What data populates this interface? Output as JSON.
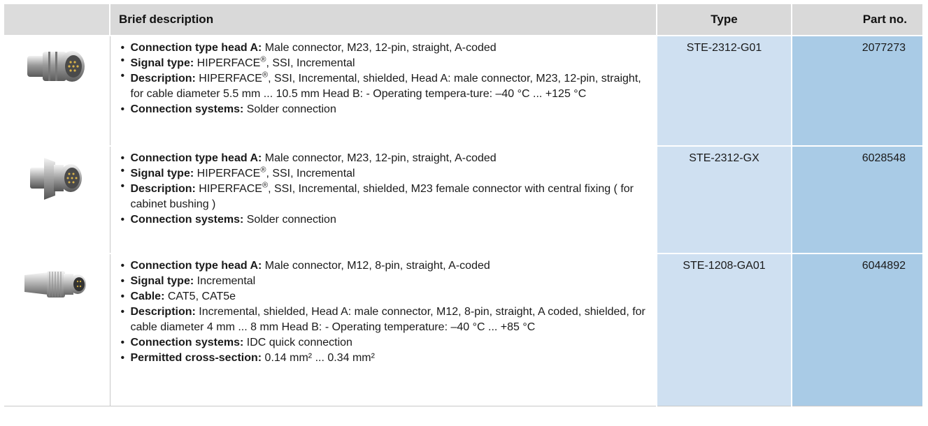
{
  "header": {
    "brief_description": "Brief description",
    "type": "Type",
    "part_no": "Part no."
  },
  "rows": [
    {
      "image_icon": "m23-straight-connector-icon",
      "type": "STE-2312-G01",
      "part_no": "2077273",
      "items": [
        {
          "label": "Connection type head A:",
          "text": " Male connector, M23, 12-pin, straight, A-coded"
        },
        {
          "label": "Signal type:",
          "pre": " HIPERFACE",
          "sup": "®",
          "post": ", SSI, Incremental"
        },
        {
          "label": "Description:",
          "pre": " HIPERFACE",
          "sup": "®",
          "post": ", SSI, Incremental, shielded, Head A: male connector, M23, 12-pin, straight, for cable diameter 5.5 mm ... 10.5 mm Head B: - Operating tempera-ture: –40 °C ... +125 °C"
        },
        {
          "label": "Connection systems:",
          "text": " Solder connection"
        }
      ]
    },
    {
      "image_icon": "m23-flange-connector-icon",
      "type": "STE-2312-GX",
      "part_no": "6028548",
      "items": [
        {
          "label": "Connection type head A:",
          "text": " Male connector, M23, 12-pin, straight, A-coded"
        },
        {
          "label": "Signal type:",
          "pre": " HIPERFACE",
          "sup": "®",
          "post": ", SSI, Incremental"
        },
        {
          "label": "Description:",
          "pre": " HIPERFACE",
          "sup": "®",
          "post": ", SSI, Incremental, shielded, M23 female connector with central fixing ( for cabinet bushing )"
        },
        {
          "label": "Connection systems:",
          "text": " Solder connection"
        }
      ]
    },
    {
      "image_icon": "m12-straight-connector-icon",
      "type": "STE-1208-GA01",
      "part_no": "6044892",
      "items": [
        {
          "label": "Connection type head A:",
          "text": " Male connector, M12, 8-pin, straight, A-coded"
        },
        {
          "label": "Signal type:",
          "text": " Incremental"
        },
        {
          "label": "Cable:",
          "text": " CAT5, CAT5e"
        },
        {
          "label": "Description:",
          "text": " Incremental, shielded, Head A: male connector, M12, 8-pin, straight, A coded, shielded, for cable diameter 4 mm ... 8 mm Head B: - Operating temperature: –40 °C ... +85 °C"
        },
        {
          "label": "Connection systems:",
          "text": " IDC quick connection"
        },
        {
          "label": "Permitted cross-section:",
          "text": " 0.14 mm² ... 0.34 mm²"
        }
      ]
    }
  ]
}
